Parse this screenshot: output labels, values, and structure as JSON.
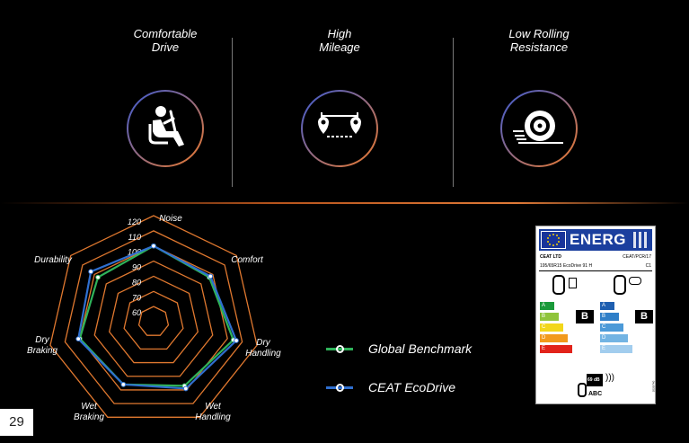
{
  "features": [
    {
      "title": "Comfortable\nDrive",
      "icon": "driver-seat-icon"
    },
    {
      "title": "High\nMileage",
      "icon": "route-pins-icon"
    },
    {
      "title": "Low Rolling\nResistance",
      "icon": "rolling-tyre-icon"
    }
  ],
  "chart_data": {
    "type": "radar",
    "axes": [
      "Noise",
      "Comfort",
      "Dry Handling",
      "Wet Handling",
      "Wet Braking",
      "Dry Braking",
      "Durability"
    ],
    "axis_labels": [
      "Noise",
      "Comfort",
      "Dry\nHandling",
      "Wet\nHandling",
      "Wet\nBraking",
      "Dry\nBraking",
      "Durability"
    ],
    "scale_ticks": [
      "120",
      "110",
      "100",
      "90",
      "80",
      "70",
      "60"
    ],
    "rmin": 50,
    "rmax": 120,
    "series": [
      {
        "name": "Global Benchmark",
        "color": "#2fb35a",
        "values": [
          100,
          97,
          104,
          97,
          96,
          100,
          97
        ]
      },
      {
        "name": "CEAT EcoDrive",
        "color": "#2f6fd0",
        "values": [
          100,
          98,
          106,
          99,
          96,
          101,
          103
        ]
      }
    ],
    "grid_color": "#e0782f",
    "legend": "right"
  },
  "energy_label": {
    "header": "ENERG",
    "manufacturer": "CEAT LTD",
    "code": "CEAT/PCR/17",
    "size": "195/65R15 EcoDrive 91 H",
    "class": "C1",
    "grades": [
      "A",
      "B",
      "C",
      "D",
      "E"
    ],
    "fuel_grade": "B",
    "wet_grade": "B",
    "noise_value": "69 dB",
    "noise_class": "ABC",
    "regulation": "2020/740"
  },
  "page_number": "29"
}
